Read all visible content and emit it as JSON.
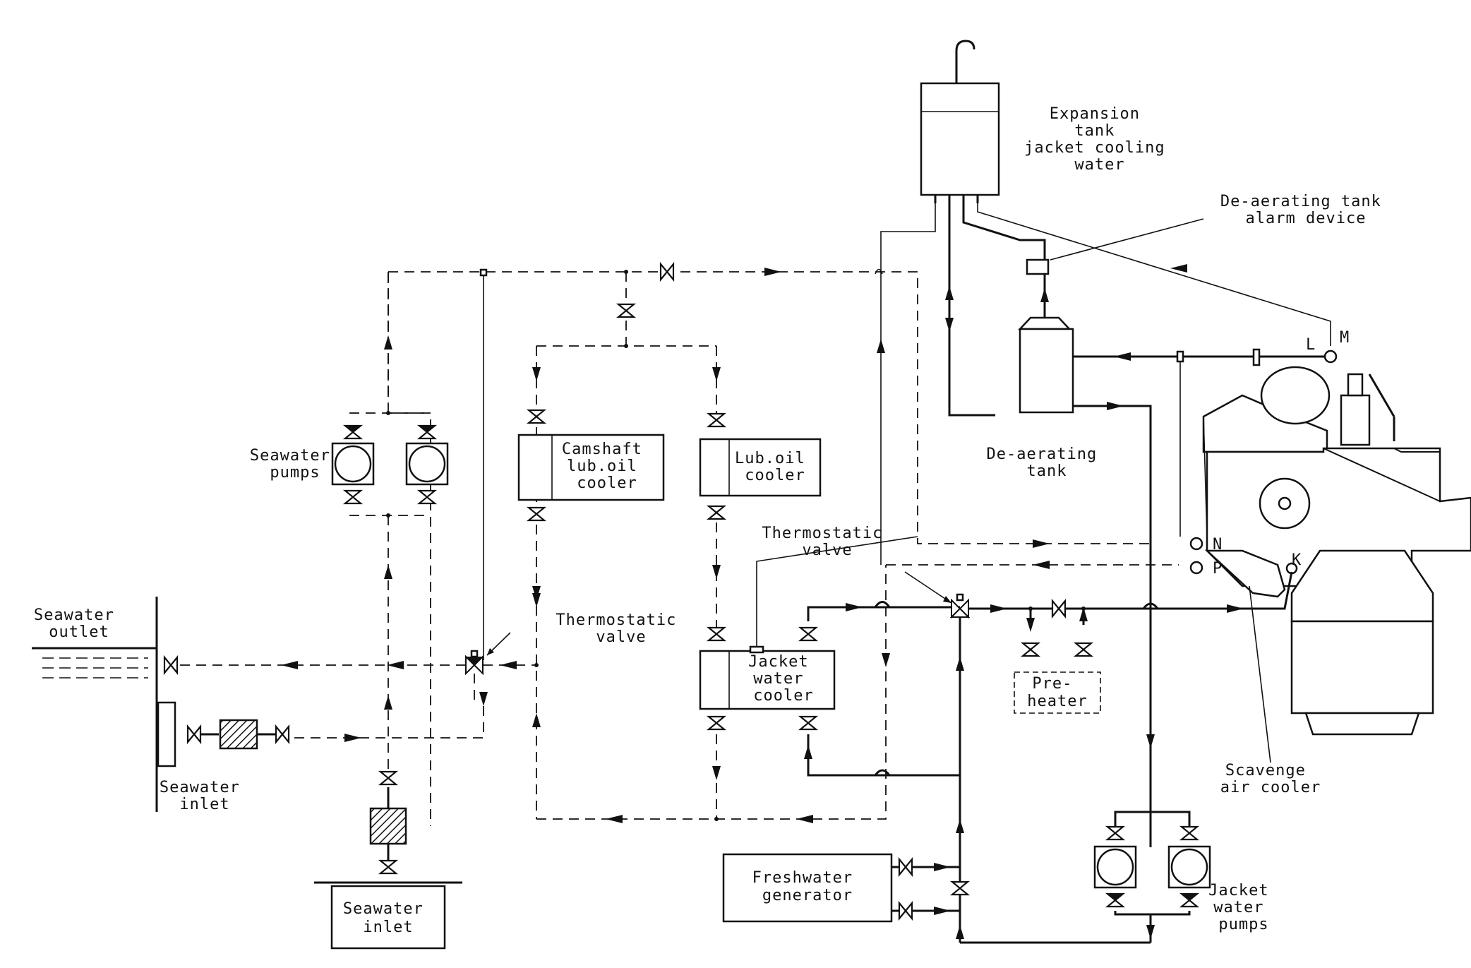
{
  "labels": {
    "expansion_tank": [
      "Expansion",
      "tank",
      "jacket cooling",
      "water"
    ],
    "dearating_alarm": [
      "De-aerating tank",
      "alarm device"
    ],
    "dearating_tank": [
      "De-aerating",
      "tank"
    ],
    "seawater_pumps": [
      "Seawater",
      "pumps"
    ],
    "camshaft_cooler": [
      "Camshaft",
      "lub.oil",
      "cooler"
    ],
    "lub_oil_cooler": [
      "Lub.oil",
      "cooler"
    ],
    "thermostatic_valve_right": [
      "Thermostatic",
      "valve"
    ],
    "thermostatic_valve_left": [
      "Thermostatic",
      "valve"
    ],
    "seawater_outlet": [
      "Seawater",
      "outlet"
    ],
    "jacket_water_cooler": [
      "Jacket",
      "water",
      "cooler"
    ],
    "preheater": [
      "Pre-",
      "heater"
    ],
    "scavenge_air_cooler": [
      "Scavenge",
      "air cooler"
    ],
    "seawater_inlet_side": [
      "Seawater",
      "inlet"
    ],
    "seawater_inlet_bottom": [
      "Seawater",
      "inlet"
    ],
    "freshwater_generator": [
      "Freshwater",
      "generator"
    ],
    "jacket_water_pumps": [
      "Jacket",
      "water",
      "pumps"
    ]
  },
  "connection_letters": {
    "L": "L",
    "M": "M",
    "N": "N",
    "P": "P",
    "K": "K"
  }
}
